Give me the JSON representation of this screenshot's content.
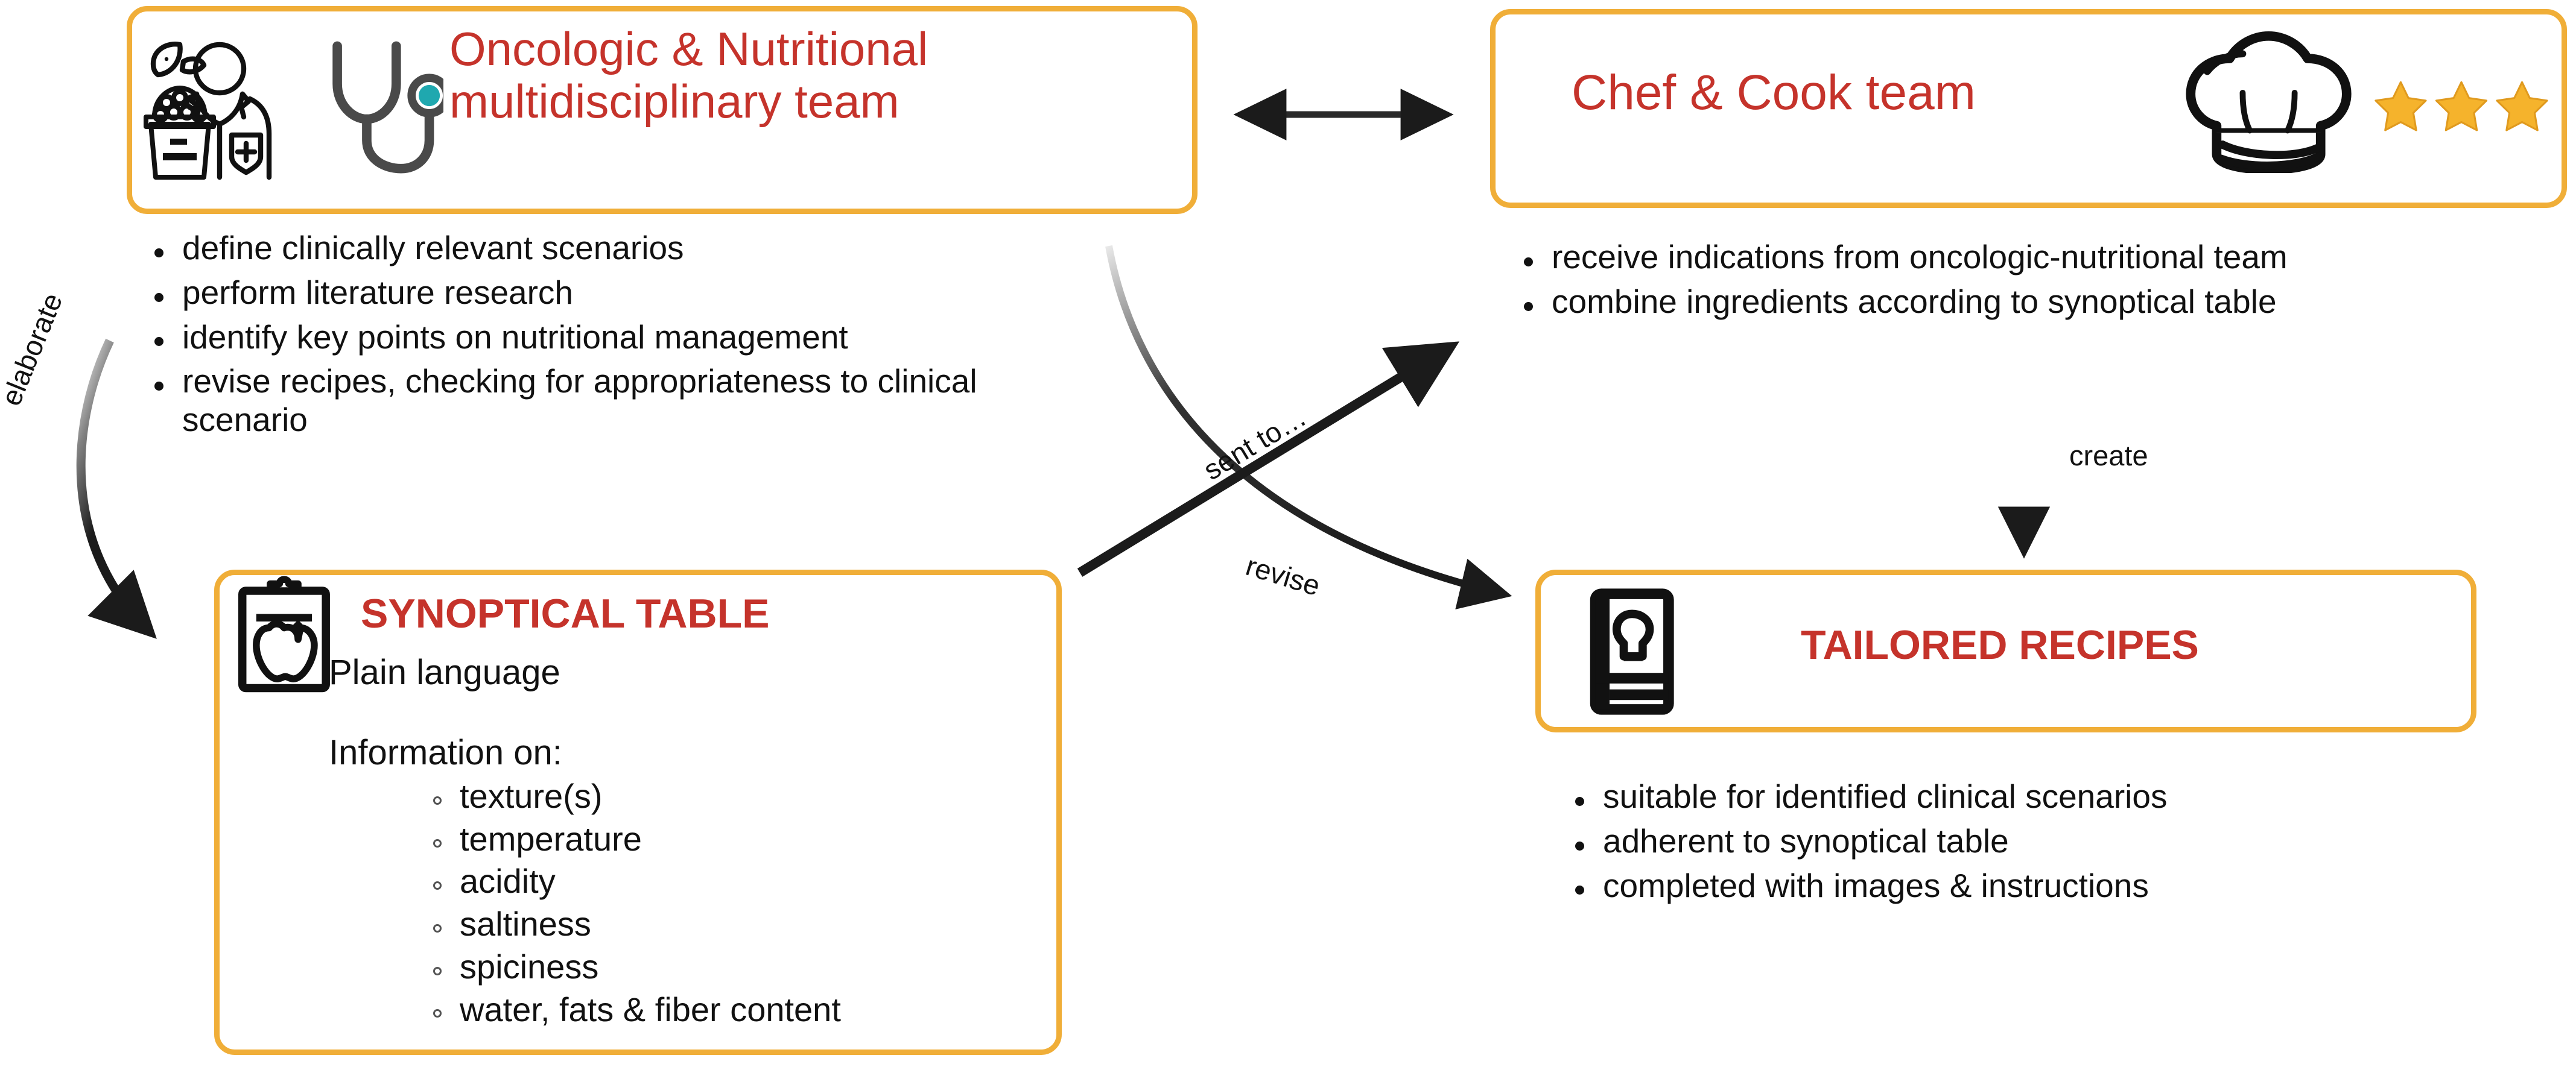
{
  "diagram": {
    "title_color": "#C5332B",
    "border_color": "#F0AE38",
    "star_color": "#F5B32C",
    "accent_teal": "#1FA8AF"
  },
  "oncologic_team": {
    "title_line1": "Oncologic & Nutritional",
    "title_line2": "multidisciplinary team",
    "icons": [
      "nutrition-doctor-icon",
      "stethoscope-icon"
    ],
    "bullets": [
      "define clinically relevant scenarios",
      "perform literature research",
      "identify key points on nutritional management",
      "revise recipes, checking for appropriateness to clinical scenario"
    ]
  },
  "chef_team": {
    "title": "Chef & Cook team",
    "icons": [
      "chef-hat-icon"
    ],
    "stars": 3,
    "bullets": [
      "receive indications from oncologic-nutritional team",
      "combine ingredients according to synoptical table"
    ]
  },
  "synoptical_table": {
    "title": "SYNOPTICAL TABLE",
    "icon": "clipboard-apple-icon",
    "subtitle": "Plain language",
    "section_label": "Information on:",
    "items": [
      "texture(s)",
      "temperature",
      "acidity",
      "saltiness",
      "spiciness",
      "water, fats & fiber content"
    ]
  },
  "tailored_recipes": {
    "title": "TAILORED RECIPES",
    "icon": "recipe-book-icon",
    "bullets": [
      "suitable for identified clinical scenarios",
      "adherent to synoptical table",
      "completed with images & instructions"
    ]
  },
  "connectors": {
    "teams_link": "",
    "elaborate": "elaborate",
    "sent_to": "sent to…",
    "revise": "revise",
    "create": "create"
  }
}
